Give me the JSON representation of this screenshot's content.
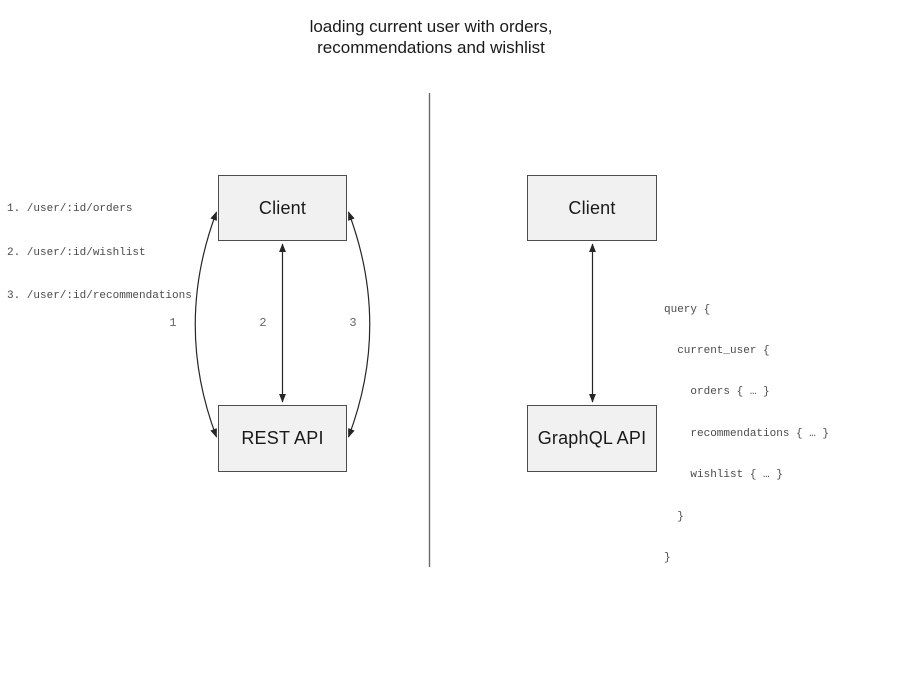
{
  "title": {
    "line1": "loading current user with orders,",
    "line2": "recommendations and wishlist"
  },
  "rest_diagram": {
    "client_label": "Client",
    "api_label": "REST API",
    "endpoints": [
      "1. /user/:id/orders",
      "2. /user/:id/wishlist",
      "3. /user/:id/recommendations"
    ],
    "arrow_labels": [
      "1",
      "2",
      "3"
    ]
  },
  "graphql_diagram": {
    "client_label": "Client",
    "api_label": "GraphQL API",
    "query_lines": [
      "query {",
      "  current_user {",
      "    orders { … }",
      "    recommendations { … }",
      "    wishlist { … }",
      "  }",
      "}"
    ]
  },
  "colors": {
    "canvas_bg": "#ffffff",
    "box_fill": "#f1f1f1",
    "box_border": "#4d4d4d",
    "arrow_stroke": "#262626",
    "divider_stroke": "#6b6b6b",
    "title_text": "#1a1a1a",
    "code_text": "#4a4a4a",
    "number_text": "#666666"
  }
}
